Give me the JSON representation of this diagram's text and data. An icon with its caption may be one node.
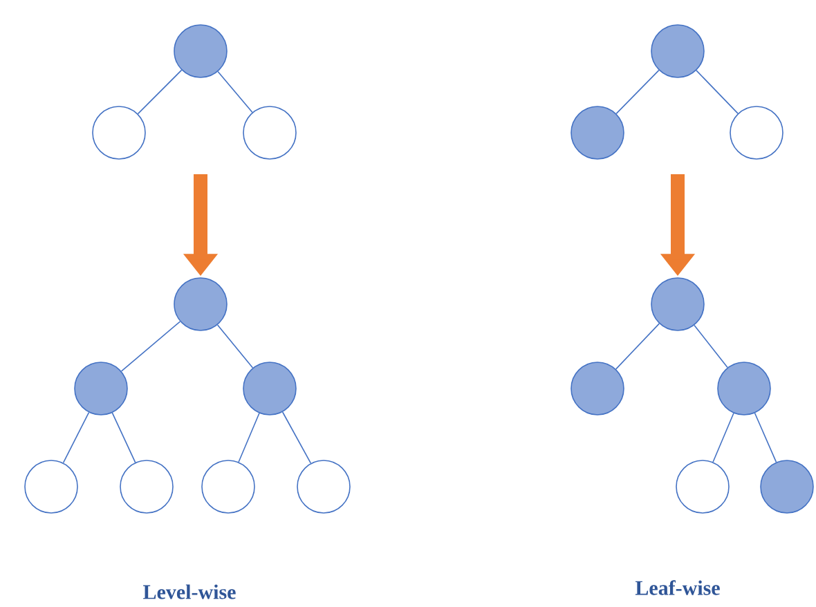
{
  "diagram": {
    "nodes": [
      {
        "text": [],
        "shape": "circle"
      },
      {
        "text": [],
        "shape": "circle"
      },
      {
        "text": [],
        "shape": "circle"
      },
      {
        "text": [],
        "shape": "circle"
      },
      {
        "text": [],
        "shape": "circle"
      },
      {
        "text": [],
        "shape": "circle"
      },
      {
        "text": [],
        "shape": "circle"
      },
      {
        "text": [],
        "shape": "circle"
      },
      {
        "text": [],
        "shape": "circle"
      },
      {
        "text": [],
        "shape": "circle"
      },
      {
        "text": [],
        "shape": "circle"
      },
      {
        "text": [],
        "shape": "circle"
      },
      {
        "text": [],
        "shape": "circle"
      },
      {
        "text": [],
        "shape": "circle"
      },
      {
        "text": [],
        "shape": "circle"
      },
      {
        "text": [],
        "shape": "circle"
      },
      {
        "text": [],
        "shape": "circle"
      },
      {
        "text": [],
        "shape": "circle"
      }
    ],
    "edges": [
      {
        "from": 0,
        "to": 1,
        "arrow": "none"
      },
      {
        "from": 0,
        "to": 2,
        "arrow": "none"
      },
      {
        "from": null,
        "to": 3,
        "arrow": "to",
        "style": "thick",
        "color": "#ed7d31"
      },
      {
        "from": 3,
        "to": 4,
        "arrow": "none"
      },
      {
        "from": 3,
        "to": 5,
        "arrow": "none"
      },
      {
        "from": 4,
        "to": 6,
        "arrow": "none"
      },
      {
        "from": 4,
        "to": 7,
        "arrow": "none"
      },
      {
        "from": 5,
        "to": 8,
        "arrow": "none"
      },
      {
        "from": 5,
        "to": 9,
        "arrow": "none"
      },
      {
        "from": 10,
        "to": 11,
        "arrow": "none"
      },
      {
        "from": 10,
        "to": 12,
        "arrow": "none"
      },
      {
        "from": null,
        "to": 13,
        "arrow": "to",
        "style": "thick",
        "color": "#ed7d31"
      },
      {
        "from": 13,
        "to": 14,
        "arrow": "none"
      },
      {
        "from": 13,
        "to": 15,
        "arrow": "none"
      },
      {
        "from": 15,
        "to": 16,
        "arrow": "none"
      },
      {
        "from": 15,
        "to": 17,
        "arrow": "none"
      }
    ],
    "labels": [
      "Level-wise",
      "Leaf-wise"
    ]
  }
}
